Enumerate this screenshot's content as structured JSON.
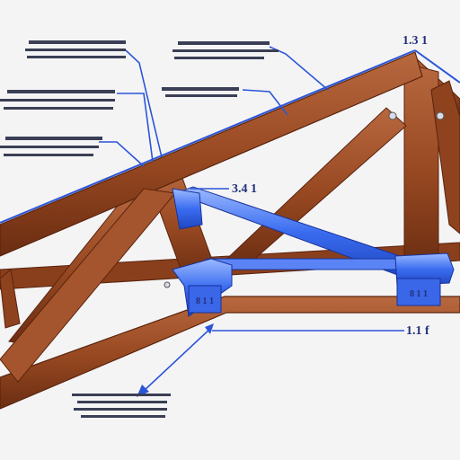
{
  "colors": {
    "background": "#f4f4f5",
    "wood": "#9a4a22",
    "wood_dark": "#6b2d12",
    "wood_light": "#b5643a",
    "steel_blue": "#2f5fe0",
    "steel_light": "#8fb0ff",
    "leader_blue": "#2b55d8",
    "placeholder_text": "#3a3f55"
  },
  "dimension_labels": {
    "apex": "1.3 1",
    "diagonal_brace": "3.4 1",
    "bottom_span": "1.1 f",
    "left_plate": "8 1 1",
    "right_plate": "8 1 1"
  }
}
